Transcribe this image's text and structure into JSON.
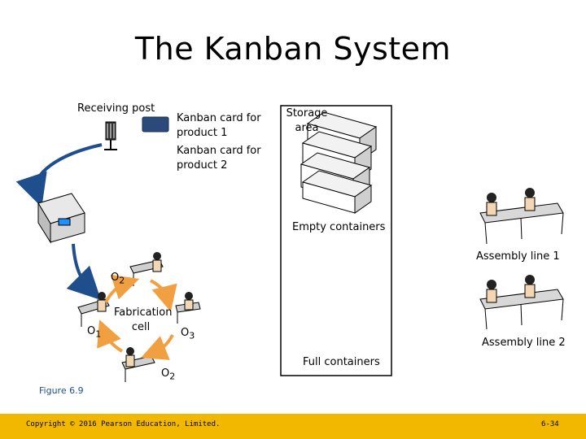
{
  "title": "The Kanban System",
  "labels": {
    "receiving_post": "Receiving post",
    "kanban_card_1_line1": "Kanban card for",
    "kanban_card_1_line2": "product 1",
    "kanban_card_2_line1": "Kanban card for",
    "kanban_card_2_line2": "product 2",
    "storage_line1": "Storage",
    "storage_line2": "area",
    "empty_containers": "Empty containers",
    "full_containers": "Full containers",
    "assembly_line_1": "Assembly line 1",
    "assembly_line_2": "Assembly line 2",
    "fabrication_line1": "Fabrication",
    "fabrication_line2": "cell",
    "o2_top": "O",
    "o2_top_sub": "2",
    "o1": "O",
    "o1_sub": "1",
    "o3": "O",
    "o3_sub": "3",
    "o2_bottom": "O",
    "o2_bottom_sub": "2",
    "figure": "Figure 6.9"
  },
  "footer": {
    "copyright": "Copyright © 2016 Pearson Education, Limited.",
    "page": "6-34"
  },
  "colors": {
    "footer_bar": "#f2b800",
    "arrow_blue": "#1f4e8c",
    "arrow_orange": "#f0a040",
    "card_blue": "#2b4a7a",
    "figure_label": "#1f4e8c"
  }
}
